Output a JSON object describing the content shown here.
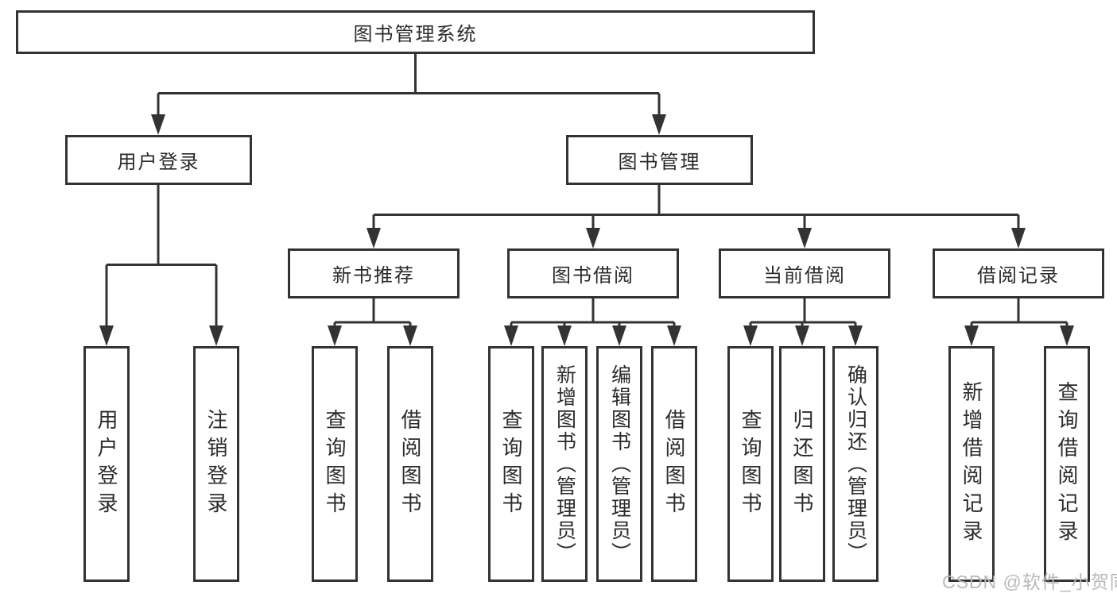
{
  "colors": {
    "line": "#333333",
    "text": "#2b2b2b",
    "background": "#ffffff",
    "watermark": "#b9b9b9"
  },
  "watermark": "CSDN @软件_小贺同学",
  "nodes": {
    "root": "图书管理系统",
    "user_login": "用户登录",
    "book_mgmt": "图书管理",
    "new_rec": "新书推荐",
    "book_borrow": "图书借阅",
    "cur_borrow": "当前借阅",
    "borrow_rec": "借阅记录",
    "leaf_user_login": "用户登录",
    "leaf_logout": "注销登录",
    "leaf_rec_query": "查询图书",
    "leaf_rec_borrow": "借阅图书",
    "leaf_bb_query": "查询图书",
    "leaf_bb_add": "新增图书（管理员）",
    "leaf_bb_edit": "编辑图书（管理员）",
    "leaf_bb_borrow": "借阅图书",
    "leaf_cb_query": "查询图书",
    "leaf_cb_return": "归还图书",
    "leaf_cb_confirm": "确认归还（管理员）",
    "leaf_br_add": "新增借阅记录",
    "leaf_br_query": "查询借阅记录"
  },
  "hierarchy": {
    "图书管理系统": {
      "用户登录": [
        "用户登录",
        "注销登录"
      ],
      "图书管理": {
        "新书推荐": [
          "查询图书",
          "借阅图书"
        ],
        "图书借阅": [
          "查询图书",
          "新增图书（管理员）",
          "编辑图书（管理员）",
          "借阅图书"
        ],
        "当前借阅": [
          "查询图书",
          "归还图书",
          "确认归还（管理员）"
        ],
        "借阅记录": [
          "新增借阅记录",
          "查询借阅记录"
        ]
      }
    }
  }
}
